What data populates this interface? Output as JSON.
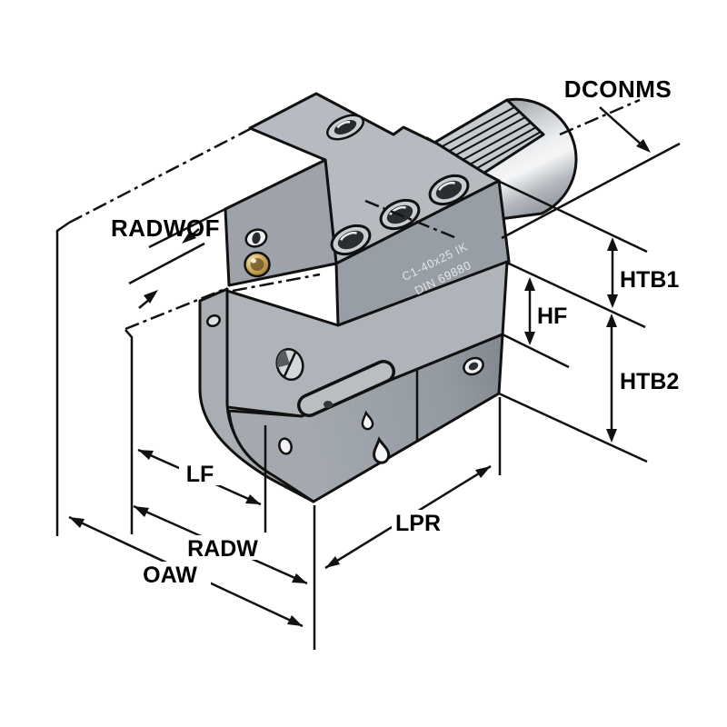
{
  "diagram": {
    "type": "isometric-technical-drawing",
    "part_markings": {
      "line1": "C1-40x25 IK",
      "line2": "DIN 69880"
    },
    "dimension_labels": {
      "dconms": "DCONMS",
      "radwof": "RADWOF",
      "htb1": "HTB1",
      "hf": "HF",
      "htb2": "HTB2",
      "lf": "LF",
      "radw": "RADW",
      "oaw": "OAW",
      "lpr": "LPR"
    },
    "symbols": {
      "coolant_drops": "droplet glyphs on lower block front face",
      "centerlines": "dash-dot axis lines"
    },
    "colors": {
      "background": "#ffffff",
      "outline": "#111111",
      "metal_light": "#b6bbc1",
      "metal_medium": "#989ea5",
      "metal_dark": "#767c82",
      "brass_plug": "#c8a255",
      "label_text": "#000000"
    }
  }
}
